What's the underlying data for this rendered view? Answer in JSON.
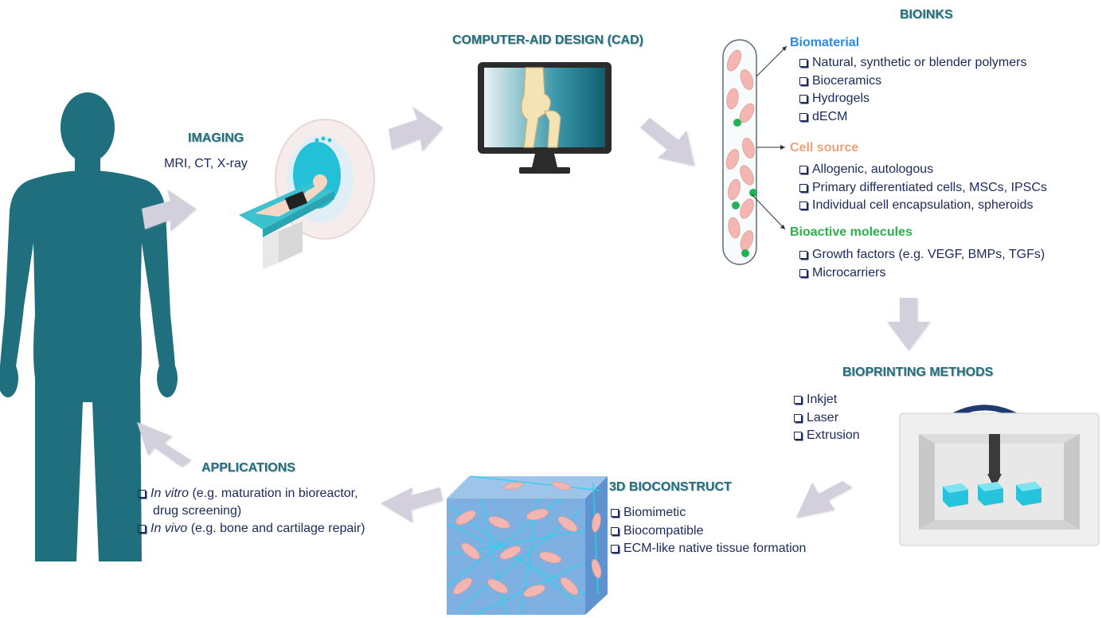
{
  "colors": {
    "teal": "#1f6f7f",
    "navy": "#1a2a5c",
    "biomaterial": "#2b8ae6",
    "cell_source": "#f2a07a",
    "bioactive": "#2bb34a",
    "arrow": "#d4cfdc"
  },
  "imaging": {
    "title": "IMAGING",
    "subtitle": "MRI, CT, X-ray"
  },
  "cad": {
    "title": "COMPUTER-AID DESIGN (CAD)"
  },
  "bioinks": {
    "title": "BIOINKS",
    "biomaterial": {
      "label": "Biomaterial",
      "items": [
        "Natural, synthetic or blender polymers",
        "Bioceramics",
        "Hydrogels",
        "dECM"
      ]
    },
    "cell_source": {
      "label": "Cell source",
      "items": [
        "Allogenic, autologous",
        "Primary differentiated cells, MSCs, IPSCs",
        "Individual cell encapsulation, spheroids"
      ]
    },
    "bioactive": {
      "label": "Bioactive molecules",
      "items": [
        "Growth factors (e.g. VEGF, BMPs, TGFs)",
        "Microcarriers"
      ]
    }
  },
  "bioprinting": {
    "title": "BIOPRINTING METHODS",
    "items": [
      "Inkjet",
      "Laser",
      "Extrusion"
    ]
  },
  "bioconstruct": {
    "title": "3D BIOCONSTRUCT",
    "items": [
      "Biomimetic",
      "Biocompatible",
      "ECM-like native tissue formation"
    ]
  },
  "applications": {
    "title": "APPLICATIONS",
    "in_vitro": {
      "em": "In vitro",
      "line1": " (e.g. maturation in bioreactor,",
      "line2": "drug screening)"
    },
    "in_vivo": {
      "em": "In vivo",
      "rest": " (e.g. bone and cartilage repair)"
    }
  }
}
